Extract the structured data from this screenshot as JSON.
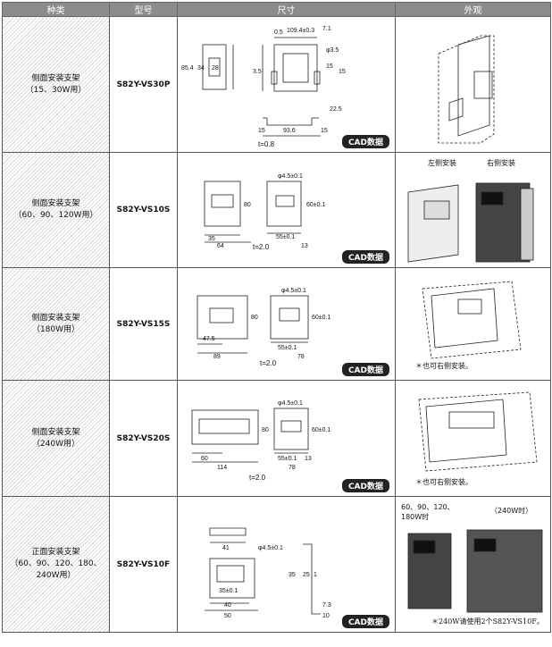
{
  "headers": [
    "种类",
    "型号",
    "尺寸",
    "外观"
  ],
  "rows": [
    {
      "kind": [
        "侧面安装支架",
        "（15、30W用）"
      ],
      "model": "S82Y-VS30P",
      "dims": {
        "t": "t=0.8",
        "labels": [
          "0.5",
          "109.4±0.3",
          "7.1",
          "85.4",
          "34",
          "28",
          "3.5",
          "15",
          "φ3.5",
          "15",
          "22.5",
          "15",
          "93.6",
          "15"
        ]
      },
      "cad": "CAD数据"
    },
    {
      "kind": [
        "侧面安装支架",
        "（60、90、120W用）"
      ],
      "model": "S82Y-VS10S",
      "dims": {
        "t": "t=2.0",
        "labels": [
          "80",
          "35",
          "64",
          "φ4.5±0.1",
          "60±0.1",
          "55±0.1",
          "13"
        ]
      },
      "cad": "CAD数据",
      "ext_labels": [
        "左侧安装",
        "右侧安装"
      ]
    },
    {
      "kind": [
        "侧面安装支架",
        "（180W用）"
      ],
      "model": "S82Y-VS15S",
      "dims": {
        "t": "t=2.0",
        "labels": [
          "80",
          "47.5",
          "89",
          "φ4.5±0.1",
          "60±0.1",
          "55±0.1",
          "78"
        ]
      },
      "cad": "CAD数据",
      "note": "＊也可右侧安装。"
    },
    {
      "kind": [
        "侧面安装支架",
        "（240W用）"
      ],
      "model": "S82Y-VS20S",
      "dims": {
        "t": "t=2.0",
        "labels": [
          "80",
          "60",
          "114",
          "φ4.5±0.1",
          "60±0.1",
          "55±0.1",
          "13",
          "78"
        ]
      },
      "cad": "CAD数据",
      "note": "＊也可右侧安装。"
    },
    {
      "kind": [
        "正面安装支架",
        "（60、90、120、180、",
        "240W用）"
      ],
      "model": "S82Y-VS10F",
      "dims": {
        "labels": [
          "41",
          "φ4.5±0.1",
          "35",
          "25",
          "1",
          "35±0.1",
          "40",
          "50",
          "7.3",
          "10"
        ]
      },
      "cad": "CAD数据",
      "ext_labels": [
        "60、90、120、",
        "180W时",
        "（240W时）"
      ],
      "note": "＊240W请使用2个S82Y-VS10F。"
    }
  ]
}
